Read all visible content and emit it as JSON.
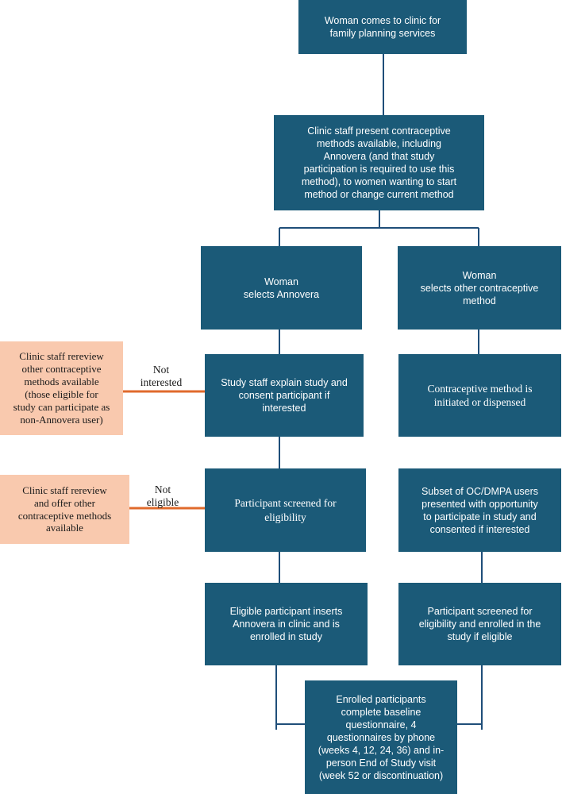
{
  "boxes": {
    "clinic_visit": "Woman comes to clinic for\nfamily planning services",
    "staff_present": "Clinic staff present contraceptive\nmethods available, including\nAnnovera (and that study\nparticipation is required to use this\nmethod), to women wanting to start\nmethod or change current method",
    "selects_annovera": "Woman\nselects Annovera",
    "selects_other": "Woman\nselects other contraceptive\nmethod",
    "explain_consent": "Study staff explain study and\nconsent participant if\ninterested",
    "method_initiated": "Contraceptive method is\ninitiated or dispensed",
    "screened_eligibility": "Participant screened for\neligibility",
    "subset_users": "Subset of OC/DMPA users\npresented with opportunity\nto participate in study and\nconsented if interested",
    "inserts_annovera": "Eligible participant inserts\nAnnovera in clinic and is\nenrolled in study",
    "screened_enrolled": "Participant screened for\neligibility and enrolled in the\nstudy if eligible",
    "enrolled_complete": "Enrolled participants\ncomplete baseline\nquestionnaire, 4\nquestionnaires by phone\n(weeks 4, 12, 24, 36) and in-\nperson End of Study visit\n(week 52 or discontinuation)"
  },
  "side_boxes": {
    "rereview_interested": "Clinic staff rereview\nother contraceptive\nmethods available\n(those eligible for\nstudy can participate as\nnon-Annovera user)",
    "rereview_eligible": "Clinic staff rereview\nand offer other\ncontraceptive methods\navailable"
  },
  "edge_labels": {
    "not_interested": "Not\ninterested",
    "not_eligible": "Not\neligible"
  },
  "colors": {
    "box_fill": "#1b5a78",
    "side_fill": "#f9c9ae",
    "connector": "#1f4e79",
    "exclusion_connector": "#e06a2c"
  }
}
